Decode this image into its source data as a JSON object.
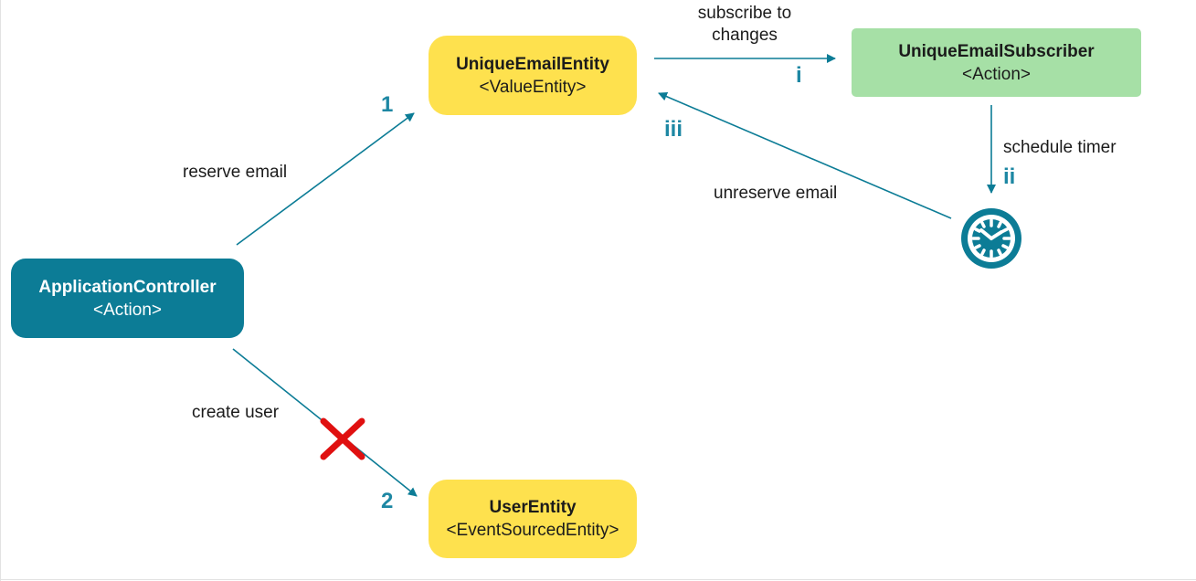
{
  "colors": {
    "accent": "#0c7c96",
    "number": "#1d87a3",
    "entity": "#fee14e",
    "subscriber": "#a6e0a6",
    "cross": "#e01010"
  },
  "nodes": {
    "unique_email_entity": {
      "title": "UniqueEmailEntity",
      "subtitle": "<ValueEntity>"
    },
    "unique_email_subscriber": {
      "title": "UniqueEmailSubscriber",
      "subtitle": "<Action>"
    },
    "application_controller": {
      "title": "ApplicationController",
      "subtitle": "<Action>"
    },
    "user_entity": {
      "title": "UserEntity",
      "subtitle": "<EventSourcedEntity>"
    }
  },
  "edges": {
    "subscribe": {
      "label_line1": "subscribe to",
      "label_line2": "changes",
      "step": "i"
    },
    "schedule": {
      "label": "schedule timer",
      "step": "ii"
    },
    "unreserve": {
      "label": "unreserve email",
      "step": "iii"
    },
    "reserve": {
      "label": "reserve email",
      "step": "1"
    },
    "create": {
      "label": "create user",
      "step": "2"
    }
  },
  "icons": {
    "timer": "clock-icon",
    "failure": "red-x-icon"
  }
}
